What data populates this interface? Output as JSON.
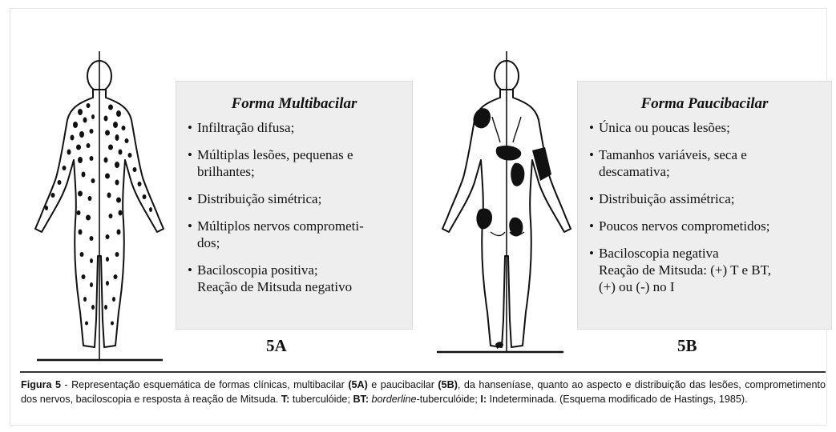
{
  "panel_a": {
    "title": "Forma Multibacilar",
    "items": [
      "Infiltração difusa;",
      "Múltiplas lesões, pequenas e",
      "brilhantes;",
      "Distribuição simétrica;",
      "Múltiplos nervos comprometi-",
      "dos;",
      "Baciloscopia positiva;",
      "Reação de Mitsuda negativo"
    ],
    "label": "5A"
  },
  "panel_b": {
    "title": "Forma Paucibacilar",
    "items": [
      "Única ou poucas lesões;",
      "Tamanhos variáveis, seca e",
      "descamativa;",
      "Distribuição assimétrica;",
      "Poucos nervos comprometidos;",
      "Baciloscopia negativa",
      "Reação de Mitsuda: (+) T e BT,",
      "(+) ou (-) no I"
    ],
    "label": "5B"
  },
  "caption": {
    "fig_label": "Figura 5",
    "part1": " - Representação esquemática de formas clínicas, multibacilar ",
    "ref_a": "(5A)",
    "part2": " e paucibacilar ",
    "ref_b": "(5B)",
    "part3": ", da hanseníase, quanto ao aspecto e distribuição das lesões, comprometimento dos nervos, baciloscopia e resposta à reação de Mitsuda.",
    "t_key": "T:",
    "t_val": " tuberculóide; ",
    "bt_key": "BT:",
    "bt_ital": "borderline",
    "bt_val": "-tuberculóide; ",
    "i_key": "I:",
    "i_val": " Indeterminada. (Esquema modificado de Hastings, 1985)."
  }
}
